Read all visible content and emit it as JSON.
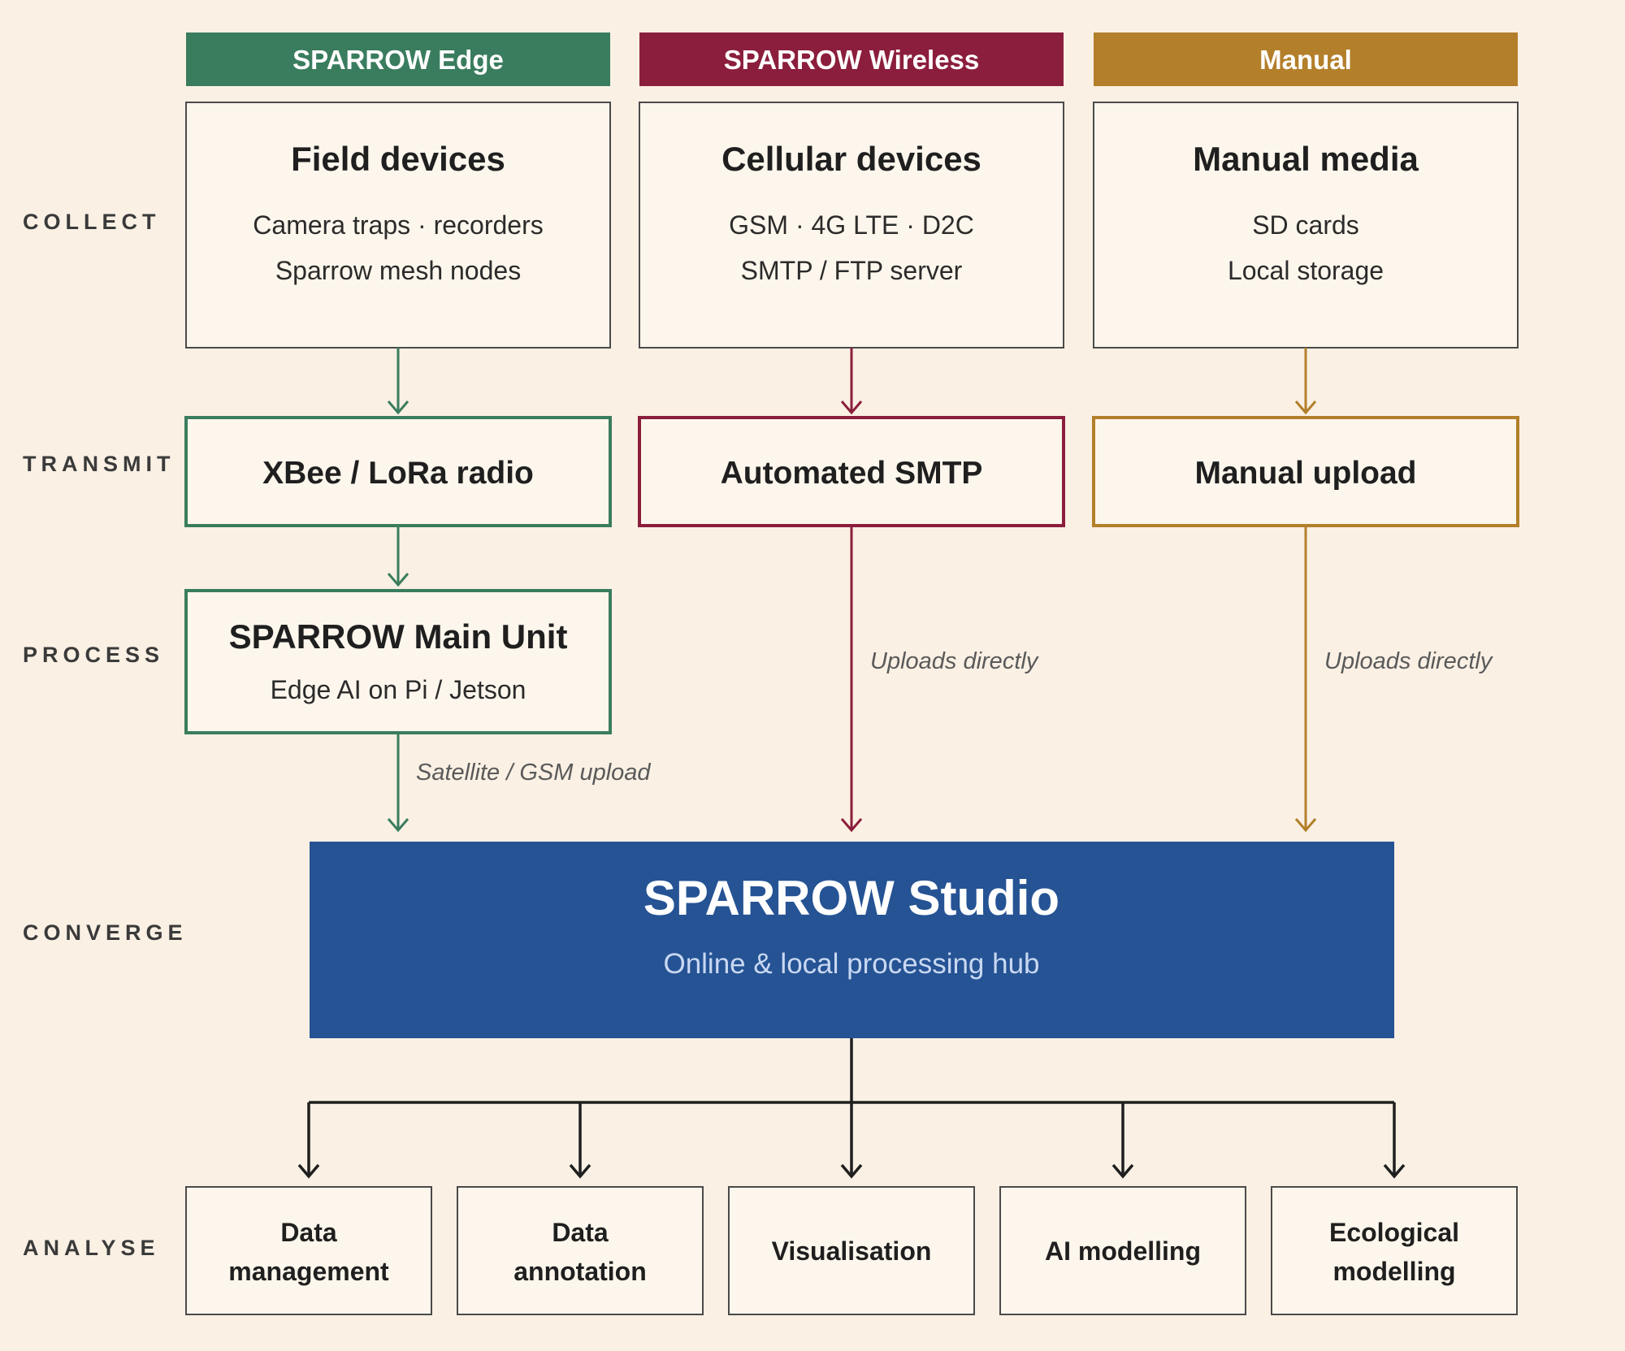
{
  "stages": {
    "collect": "COLLECT",
    "transmit": "TRANSMIT",
    "process": "PROCESS",
    "converge": "CONVERGE",
    "analyse": "ANALYSE"
  },
  "colors": {
    "edge": "#3a7d5e",
    "wireless": "#8b1e3c",
    "manual": "#b37f2a",
    "studio": "#255394",
    "background": "#faf0e4"
  },
  "columns": {
    "edge": {
      "header": "SPARROW Edge",
      "collect_title": "Field devices",
      "collect_line1": "Camera traps · recorders",
      "collect_line2": "Sparrow mesh nodes",
      "transmit": "XBee / LoRa radio",
      "process_title": "SPARROW Main Unit",
      "process_sub": "Edge AI on Pi / Jetson",
      "upload_label": "Satellite / GSM upload"
    },
    "wireless": {
      "header": "SPARROW Wireless",
      "collect_title": "Cellular devices",
      "collect_line1": "GSM · 4G LTE · D2C",
      "collect_line2": "SMTP / FTP server",
      "transmit": "Automated SMTP",
      "upload_label": "Uploads directly"
    },
    "manual": {
      "header": "Manual",
      "collect_title": "Manual media",
      "collect_line1": "SD cards",
      "collect_line2": "Local storage",
      "transmit": "Manual upload",
      "upload_label": "Uploads directly"
    }
  },
  "studio": {
    "title": "SPARROW Studio",
    "subtitle": "Online & local processing hub"
  },
  "outputs": [
    {
      "line1": "Data",
      "line2": "management"
    },
    {
      "line1": "Data",
      "line2": "annotation"
    },
    {
      "line1": "Visualisation",
      "line2": ""
    },
    {
      "line1": "AI modelling",
      "line2": ""
    },
    {
      "line1": "Ecological",
      "line2": "modelling"
    }
  ]
}
